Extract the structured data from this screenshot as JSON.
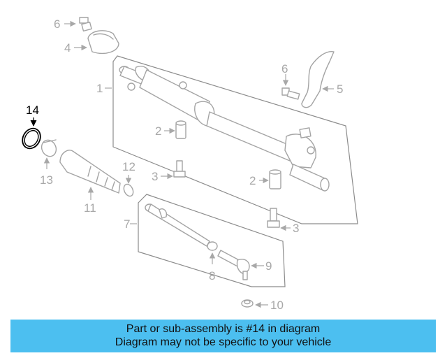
{
  "diagram": {
    "callouts": {
      "c1": "1",
      "c2a": "2",
      "c2b": "2",
      "c3a": "3",
      "c3b": "3",
      "c4": "4",
      "c5": "5",
      "c6a": "6",
      "c6b": "6",
      "c7": "7",
      "c8": "8",
      "c9": "9",
      "c10": "10",
      "c11": "11",
      "c12": "12",
      "c13": "13",
      "c14": "14"
    },
    "highlighted_part": "14",
    "colors": {
      "highlight": "#000000",
      "parts": "#a4a4a4",
      "banner": "#4cbff0"
    }
  },
  "banner": {
    "line1": "Part or sub-assembly is #14 in diagram",
    "line2": "Diagram may not be specific to your vehicle"
  }
}
